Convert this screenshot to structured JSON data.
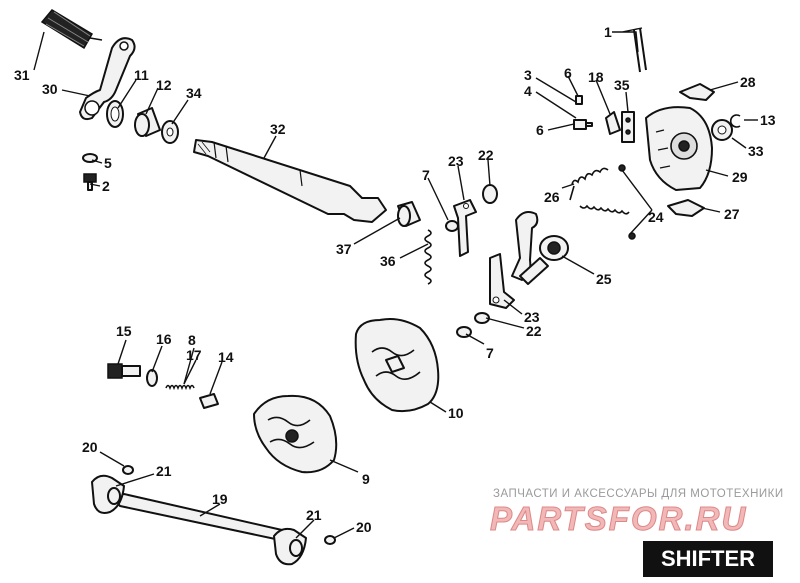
{
  "diagram": {
    "title": "SHIFTER",
    "watermark": {
      "tagline": "ЗАПЧАСТИ И АКСЕССУАРЫ ДЛЯ МОТОТЕХНИКИ",
      "brand": "PARTSFOR.RU"
    },
    "callouts": [
      {
        "id": "c1",
        "label": "1"
      },
      {
        "id": "c2",
        "label": "2"
      },
      {
        "id": "c3",
        "label": "3"
      },
      {
        "id": "c4",
        "label": "4"
      },
      {
        "id": "c5",
        "label": "5"
      },
      {
        "id": "c6a",
        "label": "6"
      },
      {
        "id": "c6b",
        "label": "6"
      },
      {
        "id": "c7a",
        "label": "7"
      },
      {
        "id": "c7b",
        "label": "7"
      },
      {
        "id": "c8",
        "label": "8"
      },
      {
        "id": "c9",
        "label": "9"
      },
      {
        "id": "c10",
        "label": "10"
      },
      {
        "id": "c11",
        "label": "11"
      },
      {
        "id": "c12",
        "label": "12"
      },
      {
        "id": "c13",
        "label": "13"
      },
      {
        "id": "c14",
        "label": "14"
      },
      {
        "id": "c15",
        "label": "15"
      },
      {
        "id": "c16",
        "label": "16"
      },
      {
        "id": "c17",
        "label": "17"
      },
      {
        "id": "c18",
        "label": "18"
      },
      {
        "id": "c19",
        "label": "19"
      },
      {
        "id": "c20a",
        "label": "20"
      },
      {
        "id": "c20b",
        "label": "20"
      },
      {
        "id": "c21a",
        "label": "21"
      },
      {
        "id": "c21b",
        "label": "21"
      },
      {
        "id": "c22a",
        "label": "22"
      },
      {
        "id": "c22b",
        "label": "22"
      },
      {
        "id": "c23a",
        "label": "23"
      },
      {
        "id": "c23b",
        "label": "23"
      },
      {
        "id": "c24",
        "label": "24"
      },
      {
        "id": "c25",
        "label": "25"
      },
      {
        "id": "c26",
        "label": "26"
      },
      {
        "id": "c27",
        "label": "27"
      },
      {
        "id": "c28",
        "label": "28"
      },
      {
        "id": "c29",
        "label": "29"
      },
      {
        "id": "c30",
        "label": "30"
      },
      {
        "id": "c31",
        "label": "31"
      },
      {
        "id": "c32",
        "label": "32"
      },
      {
        "id": "c33",
        "label": "33"
      },
      {
        "id": "c34",
        "label": "34"
      },
      {
        "id": "c35",
        "label": "35"
      },
      {
        "id": "c36",
        "label": "36"
      },
      {
        "id": "c37",
        "label": "37"
      }
    ]
  }
}
